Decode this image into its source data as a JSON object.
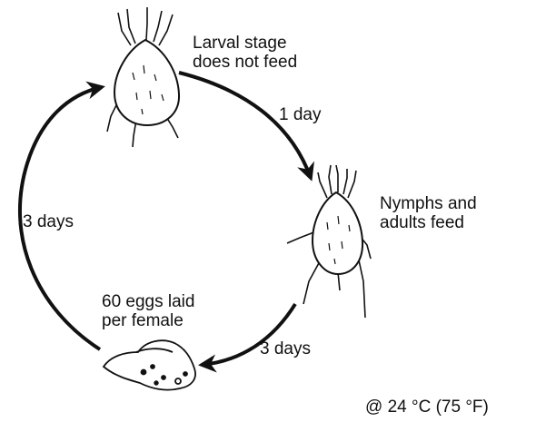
{
  "labels": {
    "larval_line1": "Larval stage",
    "larval_line2": "does not feed",
    "nymph_line1": "Nymphs and",
    "nymph_line2": "adults feed",
    "eggs_line1": "60 eggs laid",
    "eggs_line2": "per female",
    "one_day": "1 day",
    "three_days_left": "3 days",
    "three_days_bottom": "3 days",
    "temperature": "@ 24 °C (75 °F)"
  },
  "colors": {
    "ink": "#111111",
    "background": "#ffffff"
  },
  "icons": [
    "larval-mite-icon",
    "adult-mite-icon",
    "egg-cluster-icon",
    "cycle-arrow"
  ]
}
